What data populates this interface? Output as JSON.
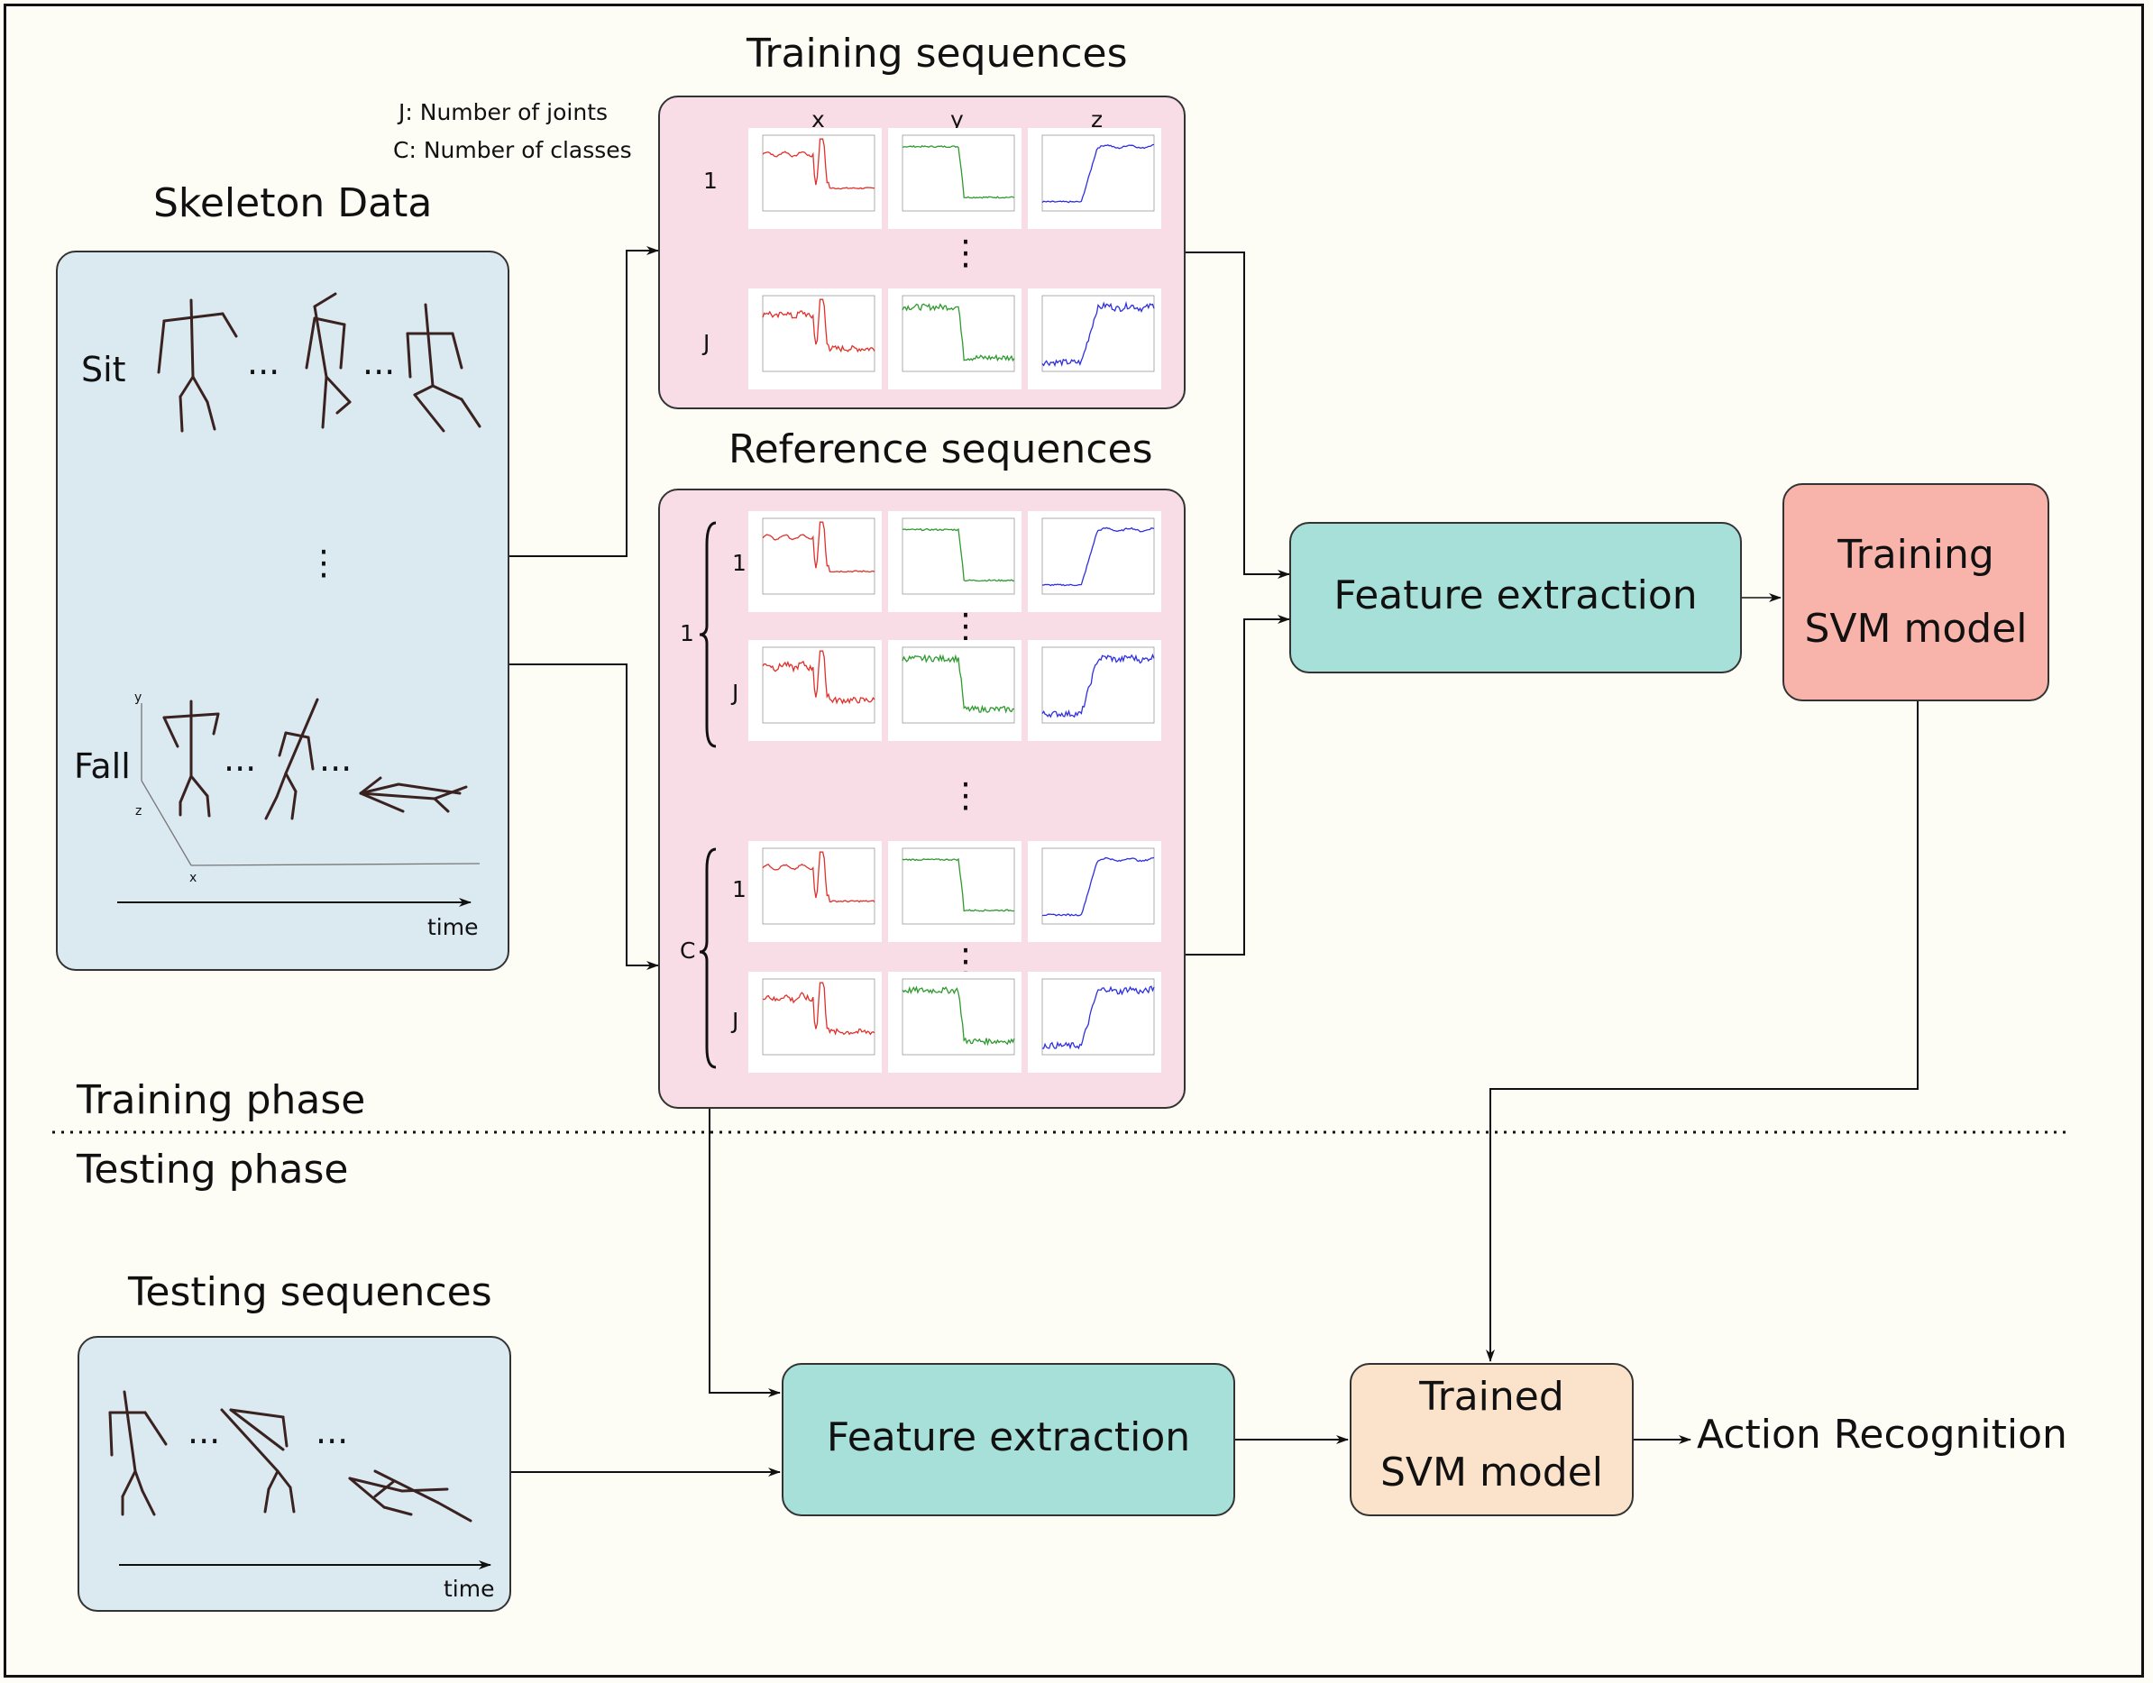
{
  "legend": {
    "joints": "J: Number of joints",
    "classes": "C: Number of classes"
  },
  "skeleton": {
    "title": "Skeleton Data",
    "sit": "Sit",
    "fall": "Fall",
    "time": "time",
    "ellipsis": "...",
    "vdots": "⋮",
    "axes": {
      "x": "x",
      "y": "y",
      "z": "z"
    }
  },
  "training_seq": {
    "title": "Training sequences",
    "cols": [
      "x",
      "y",
      "z"
    ],
    "rows": [
      "1",
      "J"
    ]
  },
  "reference_seq": {
    "title": "Reference sequences",
    "groups": [
      "1",
      "C"
    ],
    "rows": [
      "1",
      "J"
    ]
  },
  "feature_top": "Feature extraction",
  "training_svm": [
    "Training",
    "SVM model"
  ],
  "phase": {
    "training": "Training phase",
    "testing": "Testing phase"
  },
  "testing": {
    "title": "Testing sequences",
    "time": "time"
  },
  "feature_bottom": "Feature extraction",
  "trained_svm": [
    "Trained",
    "SVM model"
  ],
  "output": "Action Recognition",
  "colors": {
    "x": "#e0302a",
    "y": "#2f9a2f",
    "z": "#2f2fe0"
  }
}
